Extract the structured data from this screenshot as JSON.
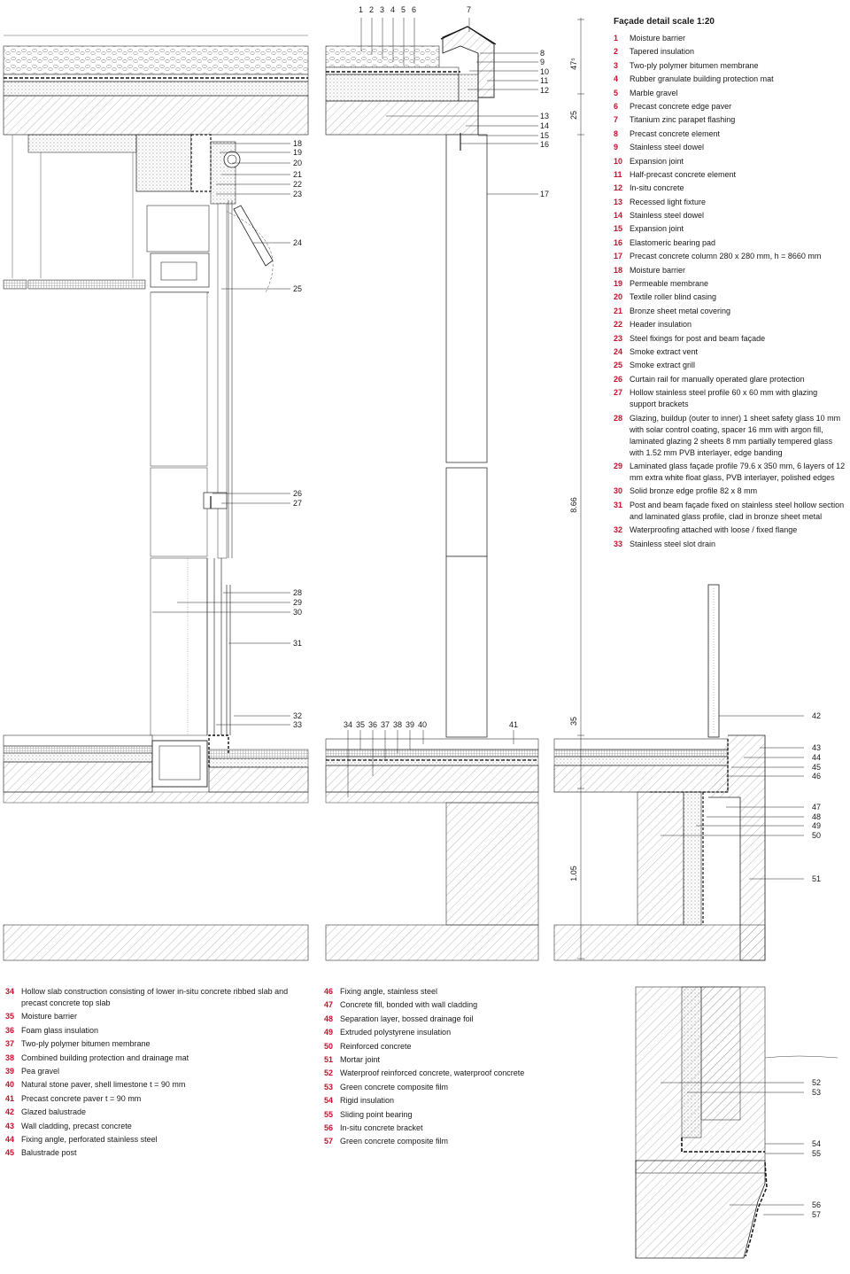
{
  "legend_top": {
    "title": "Façade detail scale 1:20",
    "items": [
      {
        "n": "1",
        "t": "Moisture barrier"
      },
      {
        "n": "2",
        "t": "Tapered insulation"
      },
      {
        "n": "3",
        "t": "Two-ply polymer bitumen membrane"
      },
      {
        "n": "4",
        "t": "Rubber granulate building protection mat"
      },
      {
        "n": "5",
        "t": "Marble gravel"
      },
      {
        "n": "6",
        "t": "Precast concrete edge paver"
      },
      {
        "n": "7",
        "t": "Titanium zinc parapet flashing"
      },
      {
        "n": "8",
        "t": "Precast concrete element"
      },
      {
        "n": "9",
        "t": "Stainless steel dowel"
      },
      {
        "n": "10",
        "t": "Expansion joint"
      },
      {
        "n": "11",
        "t": "Half-precast concrete element"
      },
      {
        "n": "12",
        "t": "In-situ concrete"
      },
      {
        "n": "13",
        "t": "Recessed light fixture"
      },
      {
        "n": "14",
        "t": "Stainless steel dowel"
      },
      {
        "n": "15",
        "t": "Expansion joint"
      },
      {
        "n": "16",
        "t": "Elastomeric bearing pad"
      },
      {
        "n": "17",
        "t": "Precast concrete column 280 x 280 mm, h = 8660 mm"
      },
      {
        "n": "18",
        "t": "Moisture barrier"
      },
      {
        "n": "19",
        "t": "Permeable membrane"
      },
      {
        "n": "20",
        "t": "Textile roller blind casing"
      },
      {
        "n": "21",
        "t": "Bronze sheet metal covering"
      },
      {
        "n": "22",
        "t": "Header insulation"
      },
      {
        "n": "23",
        "t": "Steel fixings for post and beam façade"
      },
      {
        "n": "24",
        "t": "Smoke extract vent"
      },
      {
        "n": "25",
        "t": "Smoke extract grill"
      },
      {
        "n": "26",
        "t": "Curtain rail for manually operated  glare protection"
      },
      {
        "n": "27",
        "t": "Hollow stainless steel profile 60 x 60 mm with glazing support brackets"
      },
      {
        "n": "28",
        "t": "Glazing, buildup (outer to inner) 1 sheet safety glass 10 mm with solar control coating, spacer 16 mm with argon fill, laminated glazing 2 sheets 8 mm partially tempered glass with 1.52 mm PVB interlayer, edge banding"
      },
      {
        "n": "29",
        "t": "Laminated glass façade profile 79.6 x 350 mm, 6 layers of 12 mm extra white float glass, PVB interlayer, polished edges"
      },
      {
        "n": "30",
        "t": "Solid bronze edge profile 82 x 8 mm"
      },
      {
        "n": "31",
        "t": "Post and beam façade fixed on stainless steel hollow section and laminated glass profile, clad in bronze sheet metal"
      },
      {
        "n": "32",
        "t": "Waterproofing attached with loose / fixed flange"
      },
      {
        "n": "33",
        "t": "Stainless steel slot drain"
      }
    ]
  },
  "legend_bottom_left": {
    "items": [
      {
        "n": "34",
        "t": "Hollow slab construction consisting of lower in-situ concrete ribbed slab and precast concrete top slab"
      },
      {
        "n": "35",
        "t": "Moisture barrier"
      },
      {
        "n": "36",
        "t": "Foam glass insulation"
      },
      {
        "n": "37",
        "t": "Two-ply polymer bitumen membrane"
      },
      {
        "n": "38",
        "t": "Combined building protection and drainage mat"
      },
      {
        "n": "39",
        "t": "Pea gravel"
      },
      {
        "n": "40",
        "t": "Natural stone paver, shell limestone t = 90 mm"
      },
      {
        "n": "41",
        "t": "Precast concrete paver t = 90 mm"
      },
      {
        "n": "42",
        "t": "Glazed balustrade"
      },
      {
        "n": "43",
        "t": "Wall cladding, precast concrete"
      },
      {
        "n": "44",
        "t": "Fixing angle, perforated stainless steel"
      },
      {
        "n": "45",
        "t": "Balustrade post"
      }
    ]
  },
  "legend_bottom_center": {
    "items": [
      {
        "n": "46",
        "t": "Fixing angle, stainless steel"
      },
      {
        "n": "47",
        "t": "Concrete fill, bonded with wall cladding"
      },
      {
        "n": "48",
        "t": "Separation layer, bossed drainage foil"
      },
      {
        "n": "49",
        "t": "Extruded polystyrene insulation"
      },
      {
        "n": "50",
        "t": "Reinforced concrete"
      },
      {
        "n": "51",
        "t": "Mortar joint"
      },
      {
        "n": "52",
        "t": "Waterproof reinforced concrete, waterproof concrete"
      },
      {
        "n": "53",
        "t": "Green concrete composite film"
      },
      {
        "n": "54",
        "t": "Rigid insulation"
      },
      {
        "n": "55",
        "t": "Sliding point bearing"
      },
      {
        "n": "56",
        "t": "In-situ concrete bracket"
      },
      {
        "n": "57",
        "t": "Green concrete composite film"
      }
    ]
  },
  "callouts": {
    "c1": "1",
    "c2": "2",
    "c3": "3",
    "c4": "4",
    "c5": "5",
    "c6": "6",
    "c7": "7",
    "c8": "8",
    "c9": "9",
    "c10": "10",
    "c11": "11",
    "c12": "12",
    "c13": "13",
    "c14": "14",
    "c15": "15",
    "c16": "16",
    "c17": "17",
    "c18": "18",
    "c19": "19",
    "c20": "20",
    "c21": "21",
    "c22": "22",
    "c23": "23",
    "c24": "24",
    "c25": "25",
    "c26": "26",
    "c27": "27",
    "c28": "28",
    "c29": "29",
    "c30": "30",
    "c31": "31",
    "c32": "32",
    "c33": "33",
    "c34": "34",
    "c35": "35",
    "c36": "36",
    "c37": "37",
    "c38": "38",
    "c39": "39",
    "c40": "40",
    "c41": "41",
    "c42": "42",
    "c43": "43",
    "c44": "44",
    "c45": "45",
    "c46": "46",
    "c47": "47",
    "c48": "48",
    "c49": "49",
    "c50": "50",
    "c51": "51",
    "c52": "52",
    "c53": "53",
    "c54": "54",
    "c55": "55",
    "c56": "56",
    "c57": "57"
  },
  "dimensions": {
    "d47": "47⁵",
    "d25": "25",
    "d866": "8.66",
    "d35": "35",
    "d105": "1.05"
  },
  "colors": {
    "accent": "#c8102e",
    "line": "#1a1a1a",
    "hatch": "#555555"
  }
}
